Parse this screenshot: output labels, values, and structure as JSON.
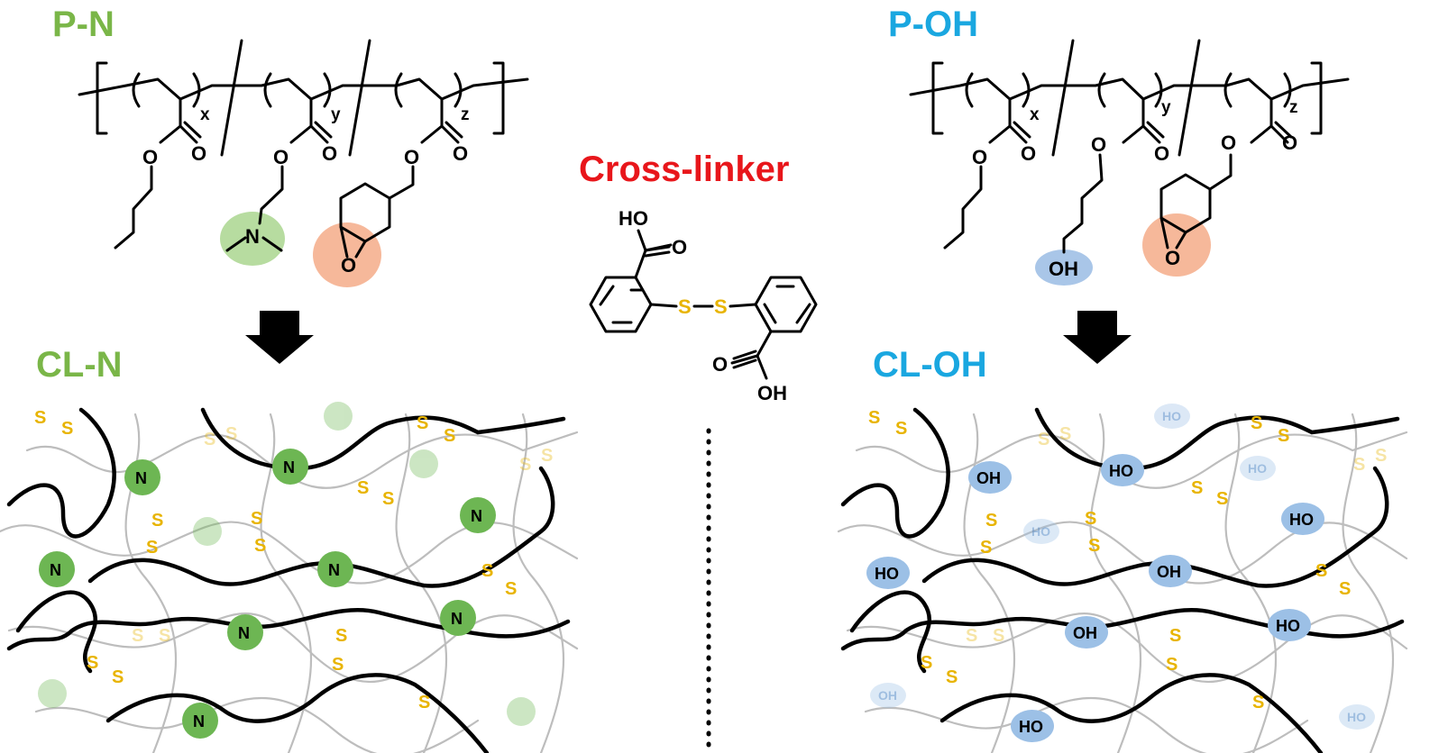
{
  "titles": {
    "p_n": "P-N",
    "p_oh": "P-OH",
    "crosslinker": "Cross-linker",
    "cl_n": "CL-N",
    "cl_oh": "CL-OH"
  },
  "subscripts": {
    "x": "x",
    "y": "y",
    "z": "z"
  },
  "atoms": {
    "O": "O",
    "N": "N",
    "S": "S",
    "OH": "OH",
    "HO": "HO"
  },
  "colors": {
    "green_title": "#7ab648",
    "cyan_title": "#1aa7e0",
    "red_title": "#e8161b",
    "sulfur": "#e8b400",
    "amine_fill": "#a8d58c",
    "amine_dark": "#6db653",
    "epoxy_fill": "#f6b89a",
    "hydroxyl_fill": "#9cc0e6",
    "hydroxyl_dark": "#7aa9db"
  },
  "icons": [
    "down-arrow-icon",
    "dotted-divider"
  ]
}
